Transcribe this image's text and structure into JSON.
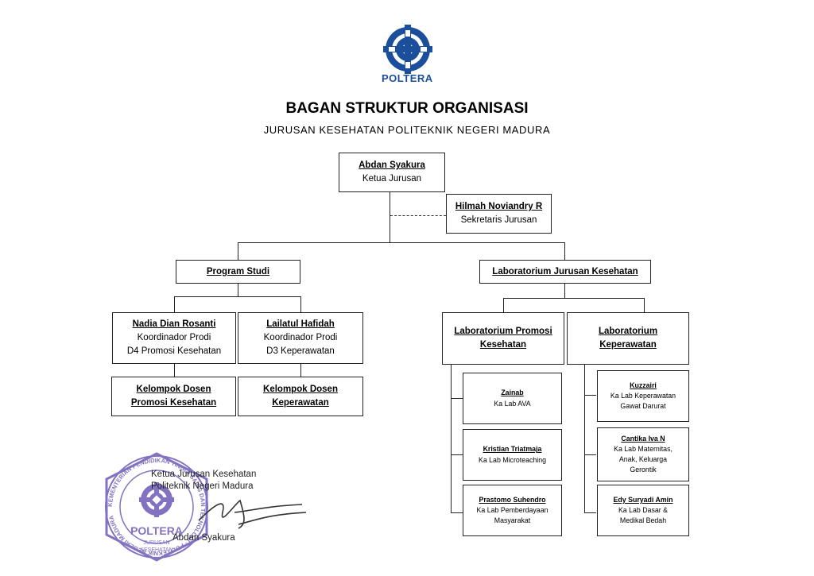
{
  "logo": {
    "text": "POLTERA"
  },
  "header": {
    "title": "BAGAN STRUKTUR ORGANISASI",
    "subtitle": "JURUSAN KESEHATAN POLITEKNIK NEGERI MADURA"
  },
  "head": {
    "name": "Abdan Syakura",
    "role": "Ketua Jurusan"
  },
  "secretary": {
    "name": "Hilmah Noviandry R",
    "role": "Sekretaris Jurusan"
  },
  "program_studi": {
    "label": "Program Studi"
  },
  "laboratorium": {
    "label": "Laboratorium Jurusan Kesehatan"
  },
  "prodi": [
    {
      "name": "Nadia Dian Rosanti",
      "line1": "Koordinador Prodi",
      "line2": "D4 Promosi Kesehatan"
    },
    {
      "name": "Lailatul Hafidah",
      "line1": "Koordinador Prodi",
      "line2": "D3 Keperawatan"
    }
  ],
  "dosen": [
    {
      "line1": "Kelompok Dosen",
      "line2": "Promosi Kesehatan"
    },
    {
      "line1": "Kelompok Dosen",
      "line2": "Keperawatan"
    }
  ],
  "lab_groups": [
    {
      "line1": "Laboratorium Promosi",
      "line2": "Kesehatan"
    },
    {
      "line1": "Laboratorium",
      "line2": "Keperawatan"
    }
  ],
  "lab_promosi": [
    {
      "name": "Zainab",
      "role1": "Ka Lab AVA",
      "role2": ""
    },
    {
      "name": "Kristian Triatmaja",
      "role1": "Ka Lab Microteaching",
      "role2": ""
    },
    {
      "name": "Prastomo Suhendro",
      "role1": "Ka Lab Pemberdayaan",
      "role2": "Masyarakat"
    }
  ],
  "lab_keperawatan": [
    {
      "name": "Kuzzairi",
      "role1": "Ka Lab Keperawatan",
      "role2": "Gawat Darurat",
      "role3": ""
    },
    {
      "name": "Cantika Iva N",
      "role1": "Ka Lab Maternitas,",
      "role2": "Anak, Keluarga",
      "role3": "Gerontik"
    },
    {
      "name": "Edy Suryadi Amin",
      "role1": "Ka Lab Dasar &",
      "role2": "Medikal Bedah",
      "role3": ""
    }
  ],
  "signature": {
    "line1": "Ketua Jurusan Kesehatan",
    "line2": "Politeknik Negeri Madura",
    "name": "Abdan Syakura",
    "stamp_text": "POLTERA",
    "stamp_sub1": "JURUSAN",
    "stamp_sub2": "KESEHATAN",
    "stamp_ring": "KEMENTERIAN PENDIDIKAN TINGGI SAINS DAN TEKNOLOGI · POLITEKNIK NEGERI MADURA"
  },
  "colors": {
    "logo_blue": "#1b4f9c",
    "stamp_purple": "#6d5ab7"
  }
}
